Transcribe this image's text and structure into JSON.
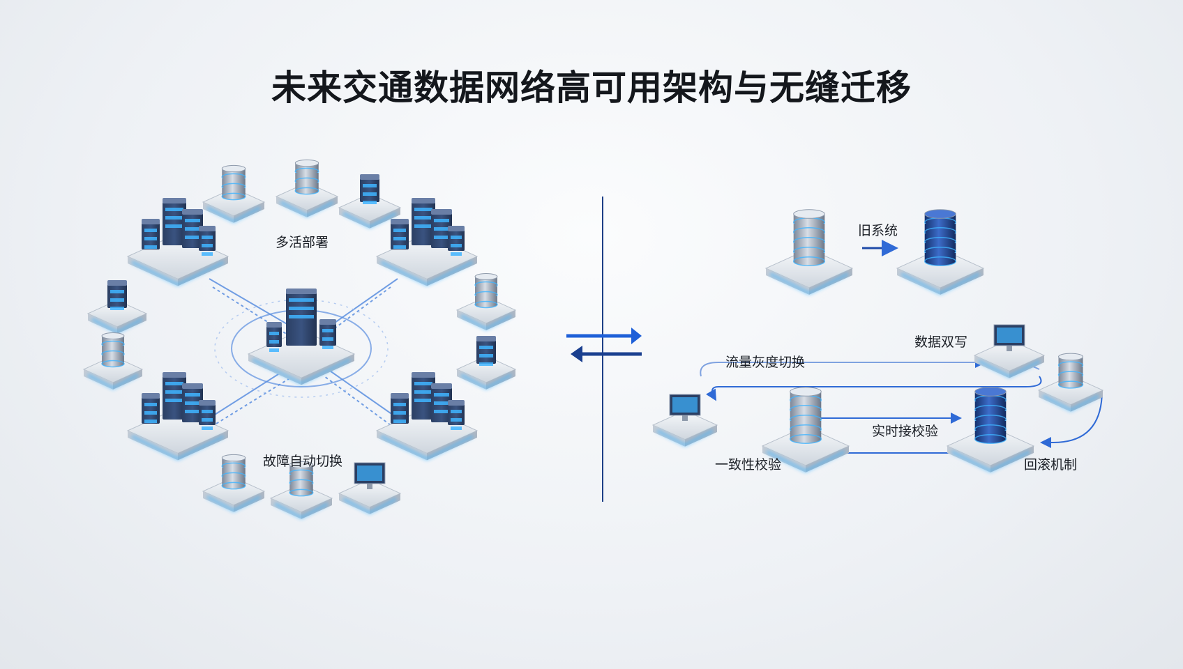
{
  "title": "未来交通数据网络高可用架构与无缝迁移",
  "left_panel": {
    "labels": {
      "multi_active": "多活部署",
      "failover": "故障自动切换"
    }
  },
  "right_panel": {
    "labels": {
      "old_system": "旧系统",
      "dual_write": "数据双写",
      "traffic_gray_switch": "流量灰度切换",
      "realtime_check": "实时接校验",
      "consistency_check": "一致性校验",
      "rollback": "回滚机制"
    }
  },
  "colors": {
    "accent": "#1e5fd8",
    "dark_blue": "#1a3f8f",
    "glow": "#3fb4ff",
    "platform": "#dfe4ea"
  }
}
